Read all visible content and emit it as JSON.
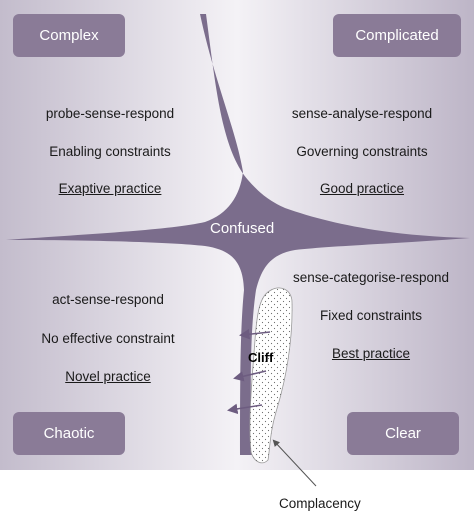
{
  "domains": {
    "complex": {
      "title": "Complex",
      "lines": [
        "probe-sense-respond",
        "Enabling constraints"
      ],
      "practice": "Exaptive practice"
    },
    "complicated": {
      "title": "Complicated",
      "lines": [
        "sense-analyse-respond",
        "Governing constraints"
      ],
      "practice": "Good practice"
    },
    "chaotic": {
      "title": "Chaotic",
      "lines": [
        "act-sense-respond",
        "No effective constraint"
      ],
      "practice": "Novel practice"
    },
    "clear": {
      "title": "Clear",
      "lines": [
        "sense-categorise-respond",
        "Fixed constraints"
      ],
      "practice": "Best practice"
    }
  },
  "center": "Confused",
  "cliff": "Cliff",
  "complacency": "Complacency",
  "colors": {
    "background_light": "#efedf3",
    "background_dark": "#b6adc1",
    "box": "#8a7b97",
    "boundary": "#7b6d8c"
  }
}
